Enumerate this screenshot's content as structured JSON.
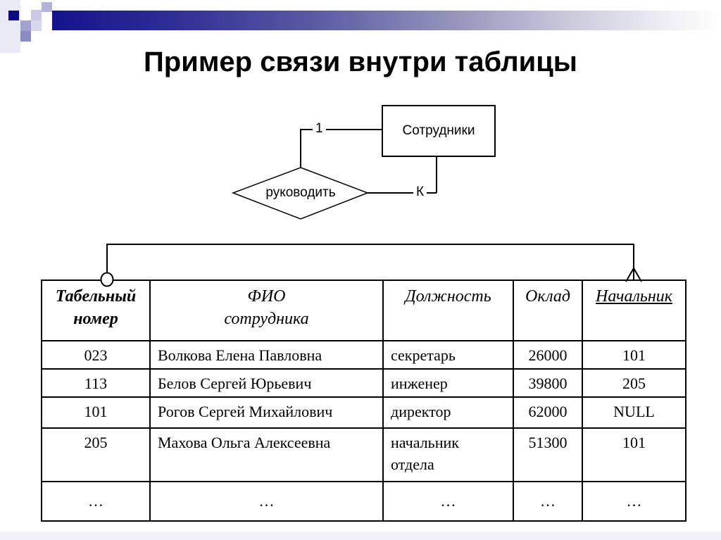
{
  "slide": {
    "title": "Пример связи внутри таблицы"
  },
  "diagram": {
    "entity": "Сотрудники",
    "relation": "руководить",
    "cardinality_one": "1",
    "cardinality_many": "К"
  },
  "table": {
    "headers": [
      "Табельный\nномер",
      "ФИО\nсотрудника",
      "Должность",
      "Оклад",
      "Начальник"
    ],
    "rows": [
      [
        "023",
        "Волкова Елена Павловна",
        "секретарь",
        "26000",
        "101"
      ],
      [
        "113",
        "Белов Сергей Юрьевич",
        "инженер",
        "39800",
        "205"
      ],
      [
        "101",
        "Рогов Сергей Михайлович",
        "директор",
        "62000",
        "NULL"
      ],
      [
        "205",
        "Махова Ольга Алексеевна",
        "начальник\nотдела",
        "51300",
        "101"
      ],
      [
        "…",
        "…",
        "…",
        "…",
        "…"
      ]
    ]
  },
  "theme": {
    "accent_navy": "#0b0b80",
    "bar_gradient_start": "#14148a",
    "bar_gradient_end": "#ffffff",
    "line_color": "#000000"
  }
}
